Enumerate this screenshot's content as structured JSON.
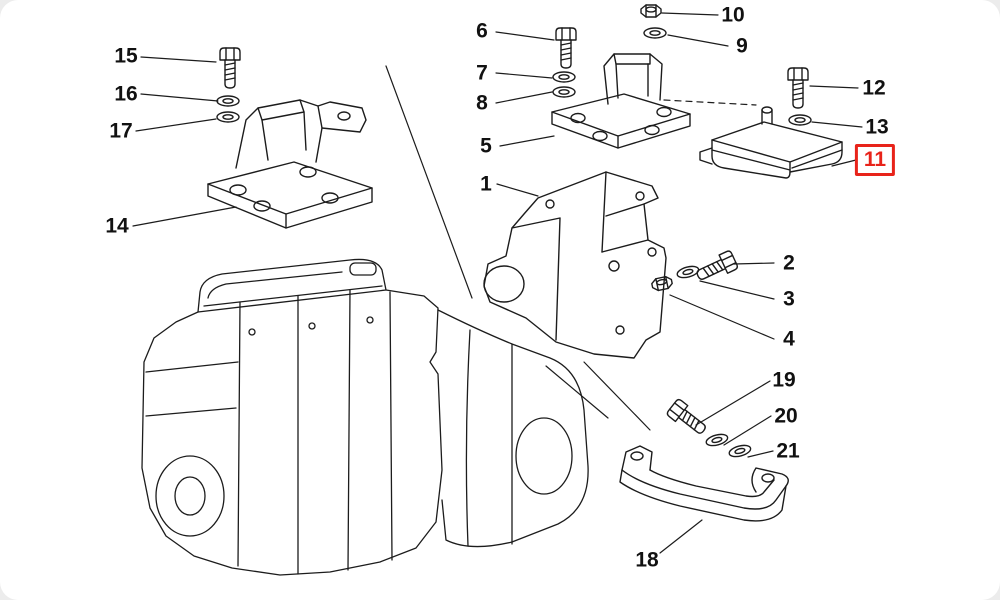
{
  "diagram": {
    "kind": "exploded-parts-diagram",
    "subject": "Engine mounting brackets and fasteners",
    "background_color": "#ffffff",
    "line_color": "#1c1c1c",
    "highlight_color": "#e8231a",
    "highlighted_part": "11"
  },
  "labels": {
    "p1": "1",
    "p2": "2",
    "p3": "3",
    "p4": "4",
    "p5": "5",
    "p6": "6",
    "p7": "7",
    "p8": "8",
    "p9": "9",
    "p10": "10",
    "p11": "11",
    "p12": "12",
    "p13": "13",
    "p14": "14",
    "p15": "15",
    "p16": "16",
    "p17": "17",
    "p18": "18",
    "p19": "19",
    "p20": "20",
    "p21": "21"
  }
}
